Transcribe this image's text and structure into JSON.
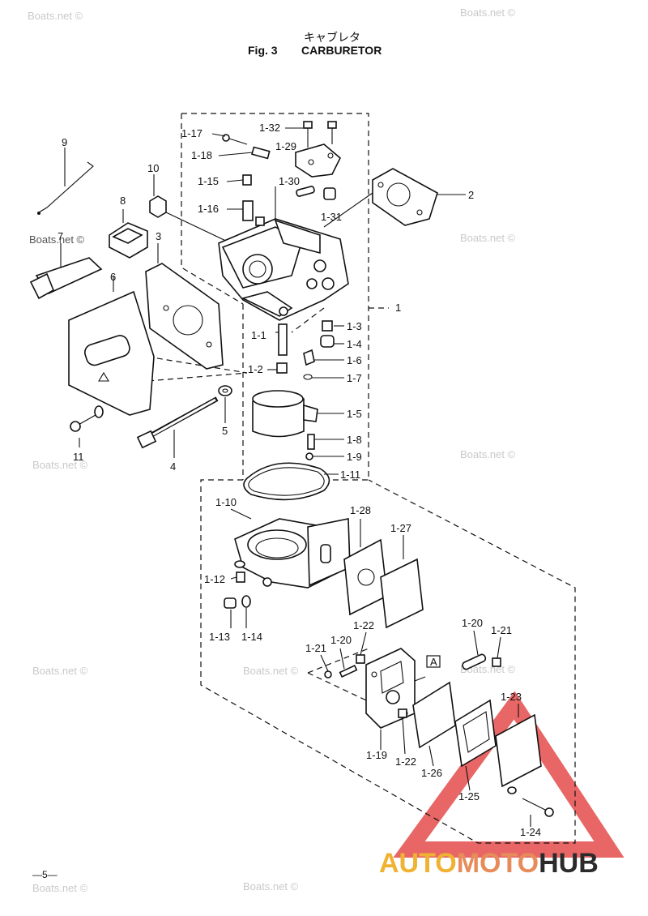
{
  "title": {
    "jp": "キャブレタ",
    "fig": "Fig. 3",
    "name": "CARBURETOR"
  },
  "watermark": "Boats.net ©",
  "page_number": "—5—",
  "logo": {
    "part1": "AUTO",
    "part2": "MOTO",
    "part3": "HUB"
  },
  "box_marker": "A",
  "labels": {
    "l1_17": "1-17",
    "l1_32": "1-32",
    "l1_29": "1-29",
    "l1_18": "1-18",
    "l1_15": "1-15",
    "l1_30": "1-30",
    "l1_16": "1-16",
    "l1_31": "1-31",
    "l2": "2",
    "l9": "9",
    "l10": "10",
    "l8": "8",
    "l7": "7",
    "l3": "3",
    "l6": "6",
    "l1": "1",
    "l1_1": "1-1",
    "l1_3": "1-3",
    "l1_4": "1-4",
    "l1_6": "1-6",
    "l1_2": "1-2",
    "l1_7": "1-7",
    "l1_5": "1-5",
    "l1_8": "1-8",
    "l1_9": "1-9",
    "l1_11": "1-11",
    "l11": "11",
    "l4": "4",
    "l5": "5",
    "l1_10": "1-10",
    "l1_28": "1-28",
    "l1_27": "1-27",
    "l1_12": "1-12",
    "l1_13": "1-13",
    "l1_14": "1-14",
    "l1_22a": "1-22",
    "l1_20a": "1-20",
    "l1_21a": "1-21",
    "l1_20b": "1-20",
    "l1_21b": "1-21",
    "l1_23": "1-23",
    "l1_19": "1-19",
    "l1_22b": "1-22",
    "l1_26": "1-26",
    "l1_25": "1-25",
    "l1_24": "1-24"
  }
}
